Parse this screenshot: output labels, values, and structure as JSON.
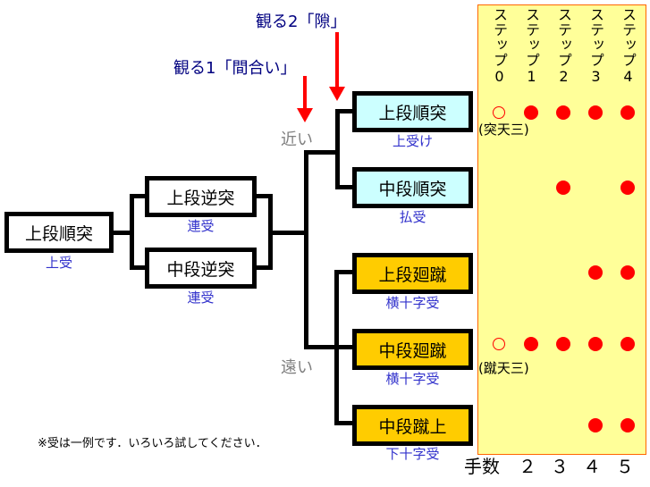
{
  "observations": [
    {
      "label": "観る1「間合い」"
    },
    {
      "label": "観る2「隙」"
    }
  ],
  "distances": {
    "near": "近い",
    "far": "遠い"
  },
  "root": {
    "technique": "上段順突",
    "block": "上受"
  },
  "second": [
    {
      "technique": "上段逆突",
      "block": "連受"
    },
    {
      "technique": "中段逆突",
      "block": "連受"
    }
  ],
  "third": [
    {
      "technique": "上段順突",
      "block": "上受け",
      "group": "near",
      "color": "#ccffff"
    },
    {
      "technique": "中段順突",
      "block": "払受",
      "group": "near",
      "color": "#ccffff"
    },
    {
      "technique": "上段廻蹴",
      "block": "横十字受",
      "group": "far",
      "color": "#ffcc00"
    },
    {
      "technique": "中段廻蹴",
      "block": "横十字受",
      "group": "far",
      "color": "#ffcc00"
    },
    {
      "technique": "中段蹴上",
      "block": "下十字受",
      "group": "far",
      "color": "#ffcc00"
    }
  ],
  "steps": {
    "headers": [
      "ステップ0",
      "ステップ1",
      "ステップ2",
      "ステップ3",
      "ステップ4"
    ],
    "header_chars": [
      [
        "ス",
        "テ",
        "ッ",
        "プ",
        "０"
      ],
      [
        "ス",
        "テ",
        "ッ",
        "プ",
        "１"
      ],
      [
        "ス",
        "テ",
        "ッ",
        "プ",
        "２"
      ],
      [
        "ス",
        "テ",
        "ッ",
        "プ",
        "３"
      ],
      [
        "ス",
        "テ",
        "ッ",
        "プ",
        "４"
      ]
    ],
    "matrix": [
      [
        "open",
        "filled",
        "filled",
        "filled",
        "filled"
      ],
      [
        "none",
        "none",
        "filled",
        "none",
        "filled"
      ],
      [
        "none",
        "none",
        "none",
        "filled",
        "filled"
      ],
      [
        "open",
        "filled",
        "filled",
        "filled",
        "filled"
      ],
      [
        "none",
        "none",
        "none",
        "filled",
        "filled"
      ]
    ],
    "combo_labels": [
      "(突天三)",
      "(蹴天三)"
    ],
    "move_count_label": "手数",
    "move_counts": [
      "２",
      "３",
      "４",
      "５"
    ]
  },
  "note": "※受は一例です．いろいろ試してください．",
  "colors": {
    "accent_arrow": "#ff0000",
    "panel_bg": "#ffff99",
    "panel_border": "#ff6600",
    "block_text": "#3333cc",
    "observation_text": "#000080"
  }
}
